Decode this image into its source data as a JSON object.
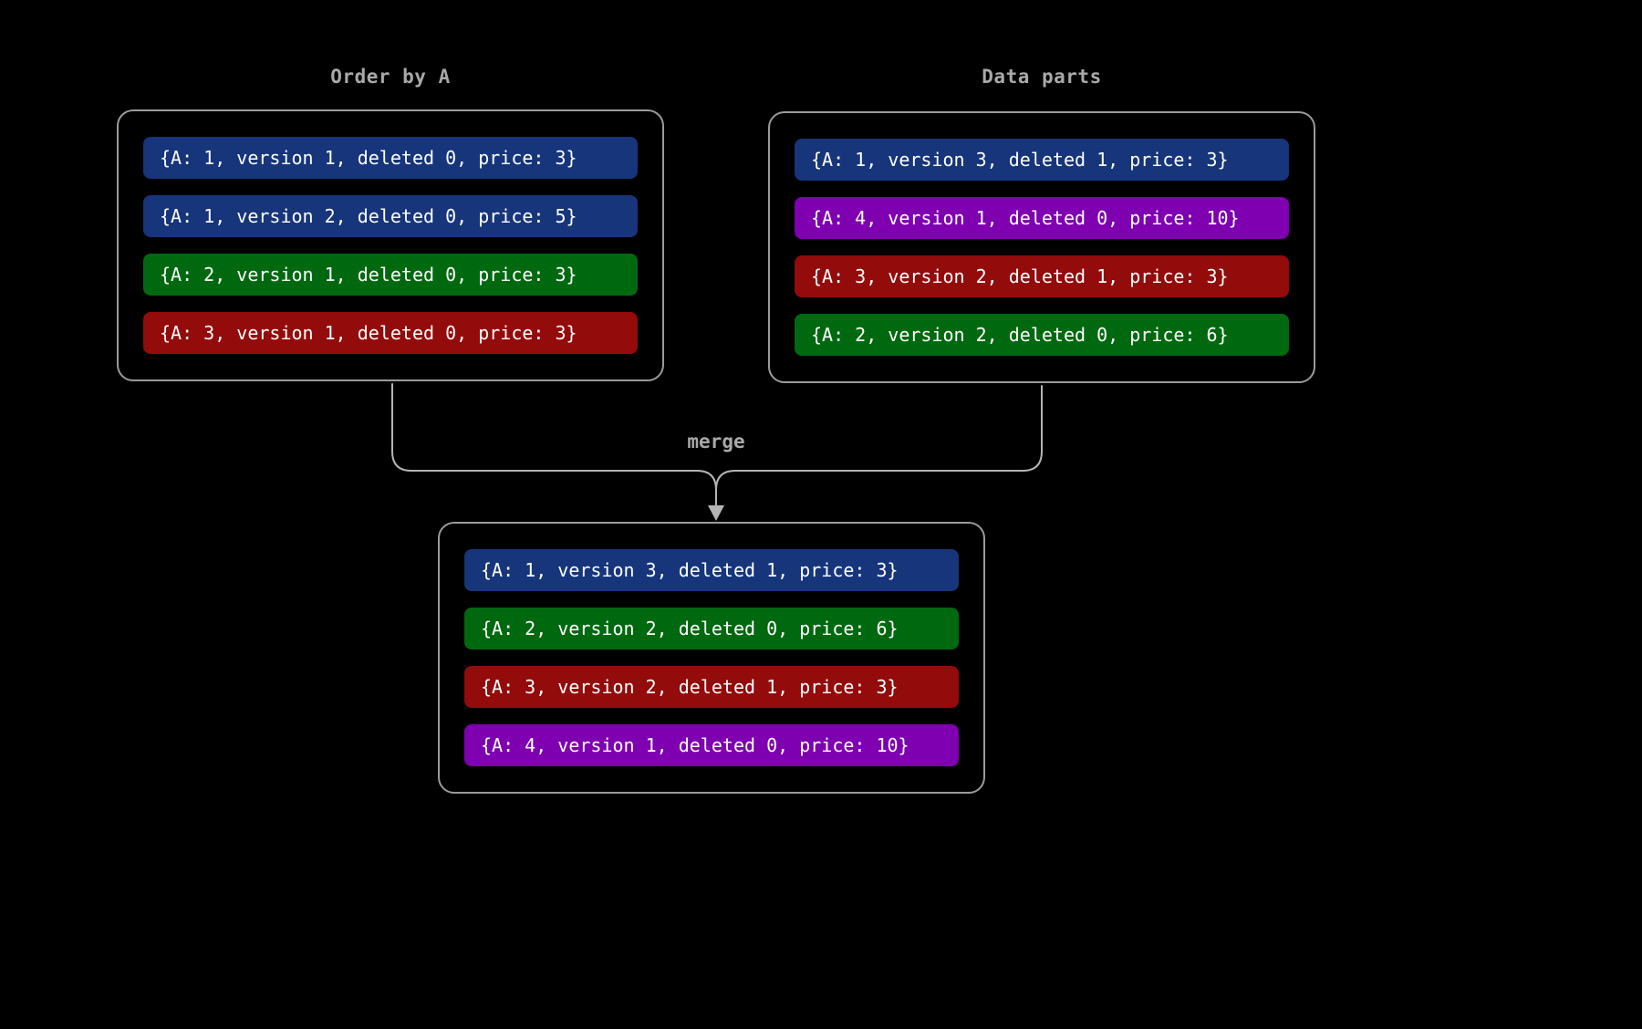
{
  "diagram": {
    "left_panel": {
      "title": "Order by A",
      "rows": [
        {
          "text": "{A: 1, version 1, deleted 0, price: 3}",
          "color": "blue",
          "bg": "#16357b"
        },
        {
          "text": "{A: 1, version 2, deleted 0, price: 5}",
          "color": "blue",
          "bg": "#16357b"
        },
        {
          "text": "{A: 2, version 1, deleted 0, price: 3}",
          "color": "green",
          "bg": "#00690f"
        },
        {
          "text": "{A: 3, version 1, deleted 0, price: 3}",
          "color": "red",
          "bg": "#930b0b"
        }
      ]
    },
    "right_panel": {
      "title": "Data parts",
      "rows": [
        {
          "text": "{A: 1, version 3, deleted 1, price: 3}",
          "color": "blue",
          "bg": "#16357b"
        },
        {
          "text": "{A: 4, version 1, deleted 0, price: 10}",
          "color": "purple",
          "bg": "#7e00b0"
        },
        {
          "text": "{A: 3, version 2, deleted 1, price: 3}",
          "color": "red",
          "bg": "#930b0b"
        },
        {
          "text": "{A: 2, version 2, deleted 0, price: 6}",
          "color": "green",
          "bg": "#00690f"
        }
      ]
    },
    "merge_label": "merge",
    "result_panel": {
      "rows": [
        {
          "text": "{A: 1, version 3, deleted 1, price: 3}",
          "color": "blue",
          "bg": "#16357b"
        },
        {
          "text": "{A: 2, version 2, deleted 0, price: 6}",
          "color": "green",
          "bg": "#00690f"
        },
        {
          "text": "{A: 3, version 2, deleted 1, price: 3}",
          "color": "red",
          "bg": "#930b0b"
        },
        {
          "text": "{A: 4, version 1, deleted 0, price: 10}",
          "color": "purple",
          "bg": "#7e00b0"
        }
      ]
    },
    "colors": {
      "background": "#000000",
      "panel_border": "#9b9b9b",
      "connector": "#b4b4b4",
      "title_text": "#a9a9a9",
      "row_text": "#ffffff",
      "blue": "#16357b",
      "green": "#00690f",
      "red": "#930b0b",
      "purple": "#7e00b0"
    }
  }
}
